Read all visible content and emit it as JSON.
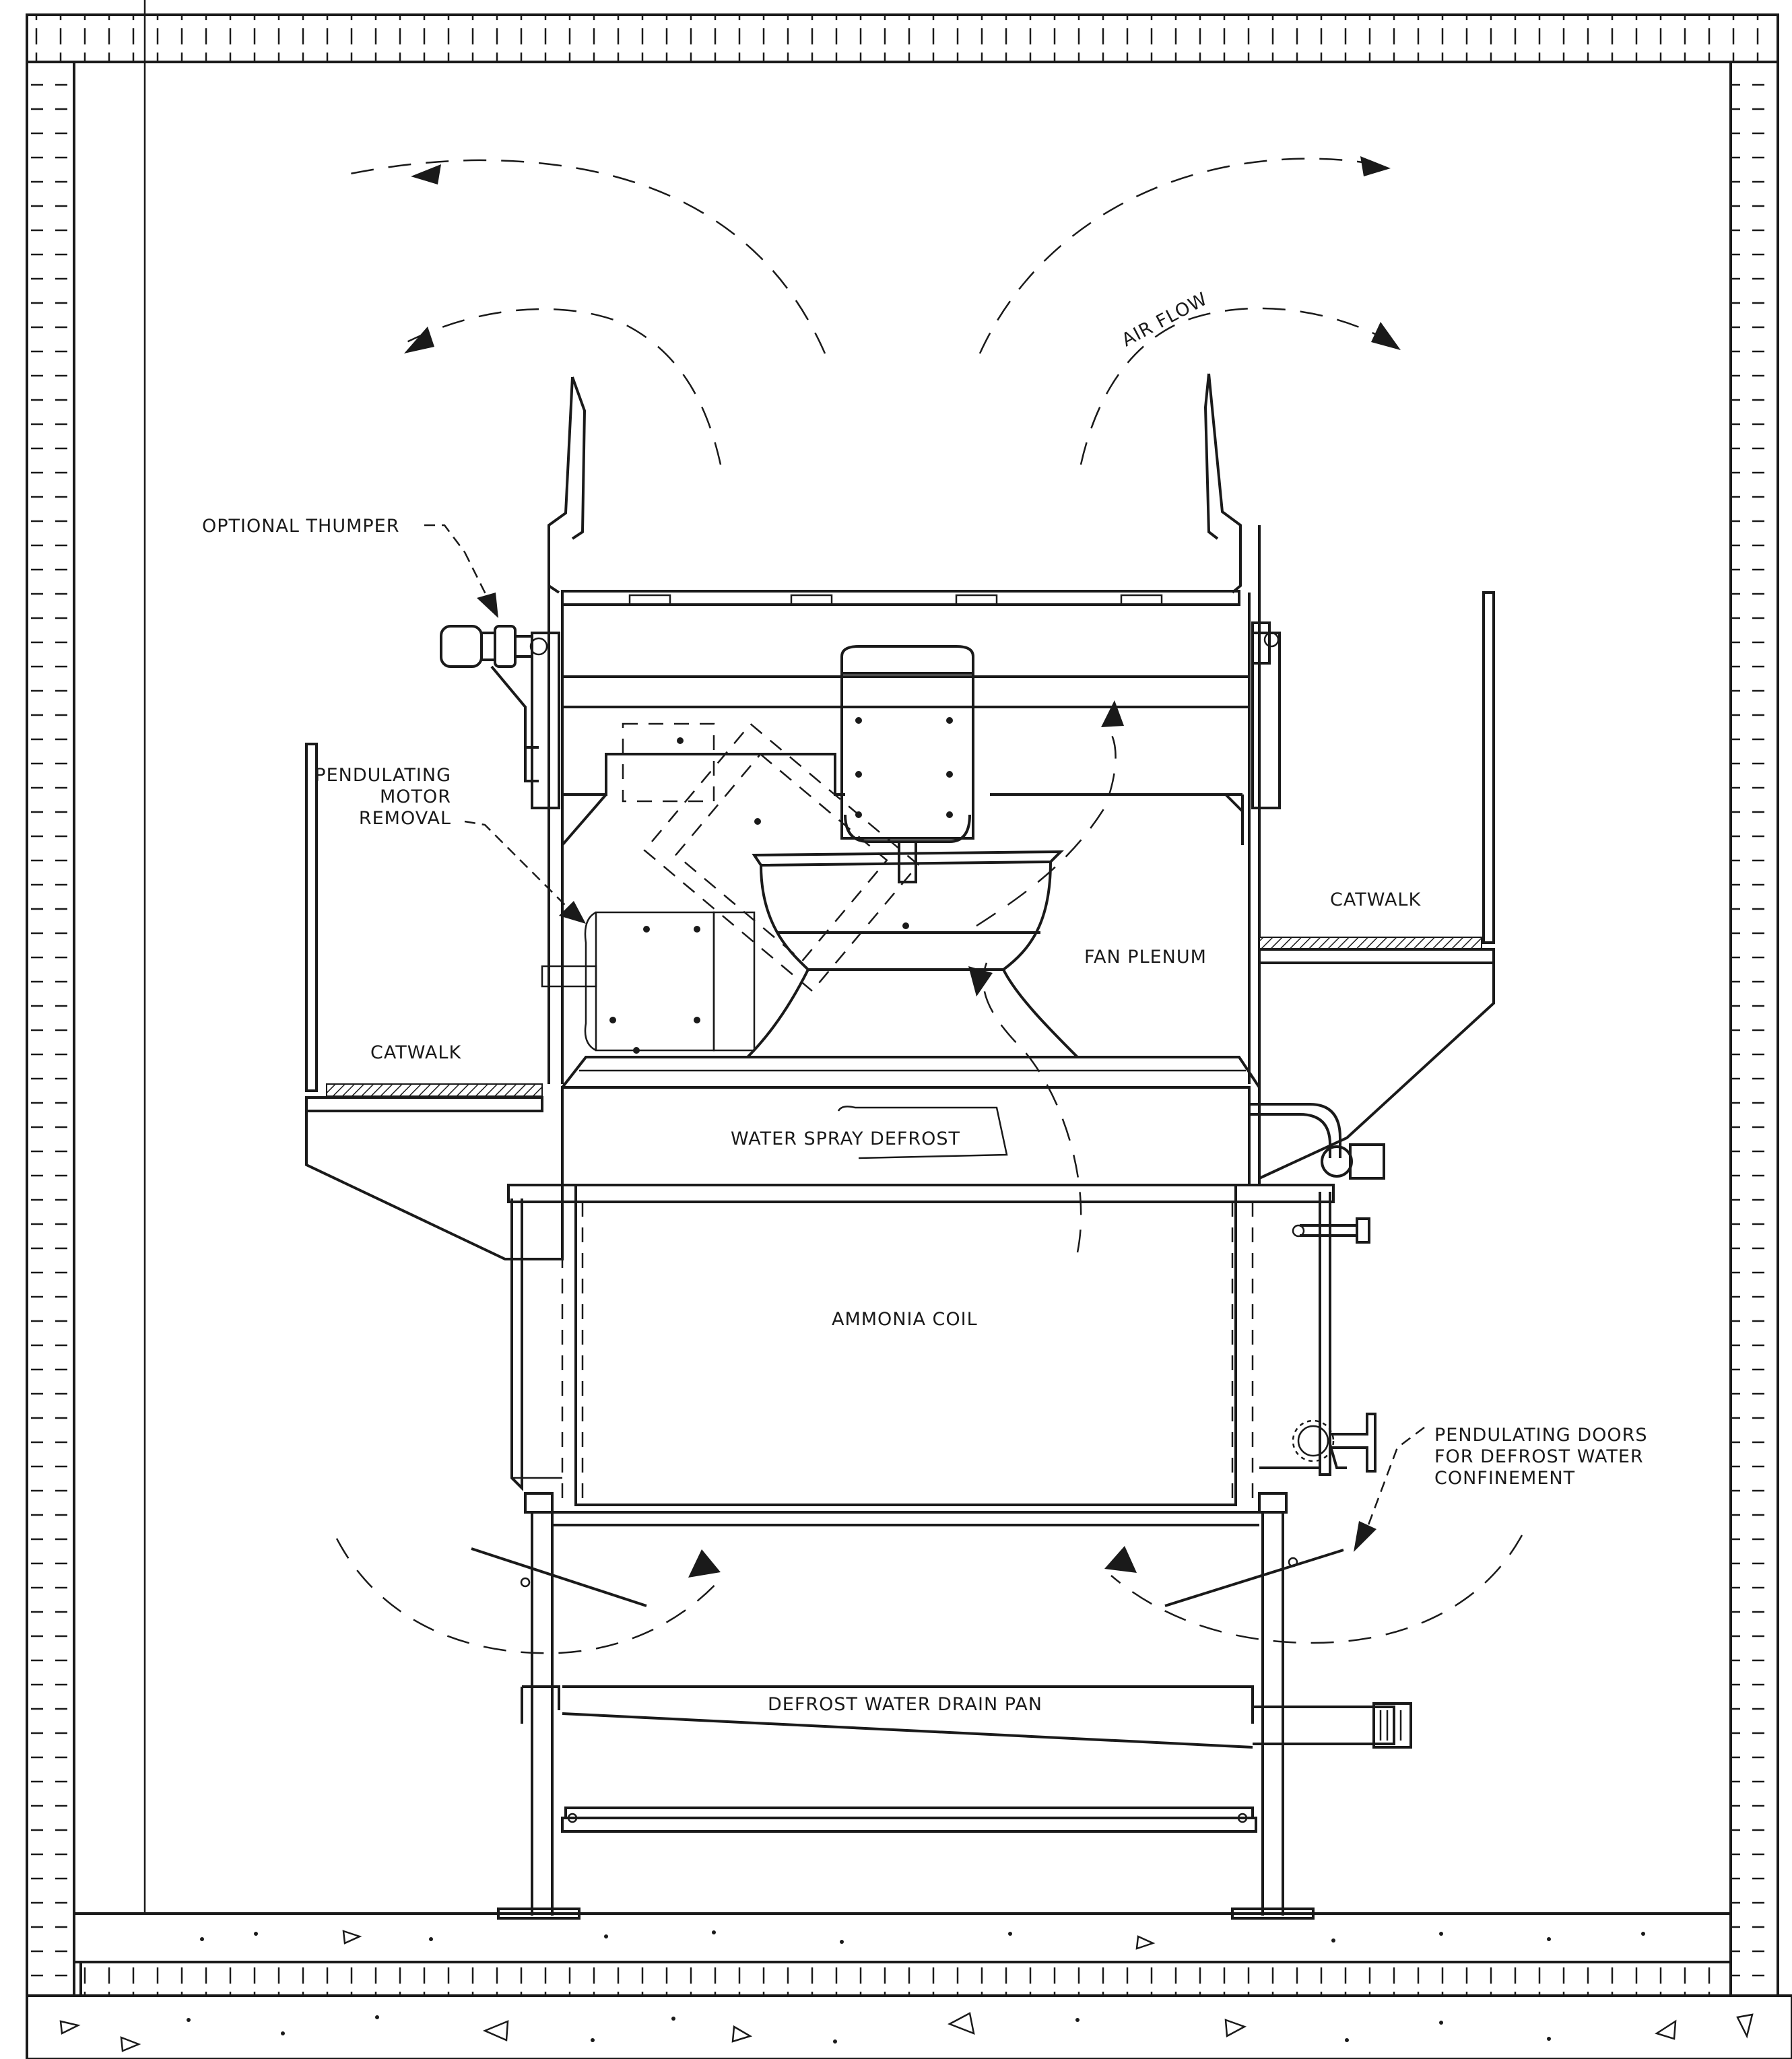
{
  "labels": {
    "optional_thumper": "OPTIONAL THUMPER",
    "pendulating_motor_removal": [
      "PENDULATING",
      "MOTOR",
      "REMOVAL"
    ],
    "catwalk_left": "CATWALK",
    "catwalk_right": "CATWALK",
    "fan_plenum": "FAN PLENUM",
    "water_spray_defrost": "WATER SPRAY DEFROST",
    "ammonia_coil": "AMMONIA COIL",
    "pendulating_doors": [
      "PENDULATING DOORS",
      "FOR DEFROST WATER",
      "CONFINEMENT"
    ],
    "defrost_water_drain_pan": "DEFROST WATER DRAIN PAN",
    "air_flow": "AIR FLOW"
  },
  "colors": {
    "ink": "#1a1a1a",
    "paper": "#ffffff"
  }
}
